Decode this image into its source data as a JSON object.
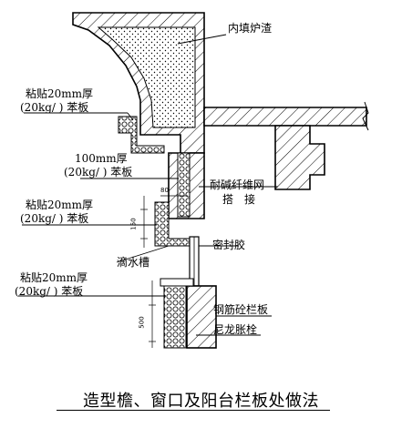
{
  "labels": {
    "slag_fill": "内填炉渣",
    "label_a_l1": "粘贴20mm厚",
    "label_a_l2": "(20kg/ ) 苯板",
    "label_b_l1": "100mm厚",
    "label_b_l2": "(20kg/ ) 苯板",
    "mesh_l1": "耐碱纤维网",
    "mesh_l2": "搭　接",
    "label_c_l1": "粘贴20mm厚",
    "label_c_l2": "(20kg/ ) 苯板",
    "drip": "滴水槽",
    "sealant": "密封胶",
    "label_d_l1": "粘贴20mm厚",
    "label_d_l2": "(20kg/ ) 苯板",
    "rc_panel": "钢筋砼栏板",
    "anchor": "尼龙胀栓"
  },
  "dimensions": {
    "d80": "80",
    "d150": "150",
    "d500": "500"
  },
  "caption": "造型檐、窗口及阳台栏板处做法"
}
